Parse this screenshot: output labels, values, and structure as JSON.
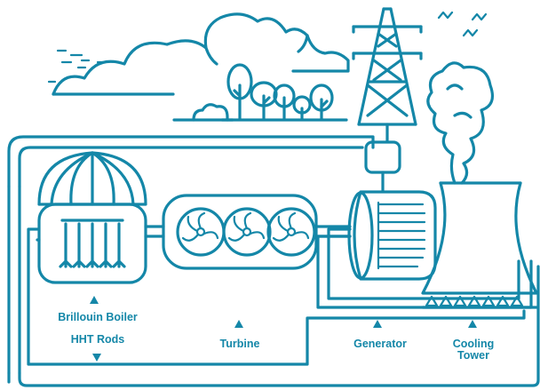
{
  "colors": {
    "accent": "#1487a8",
    "background": "#ffffff"
  },
  "labels": {
    "boiler": "Brillouin Boiler",
    "rods": "HHT Rods",
    "turbine": "Turbine",
    "generator": "Generator",
    "cooling_line1": "Cooling",
    "cooling_line2": "Tower"
  },
  "icons": [
    "boiler-dome-icon",
    "hht-rods-icon",
    "turbine-fan-icon",
    "generator-icon",
    "transmission-tower-icon",
    "cooling-tower-icon",
    "steam-cloud-icon",
    "tree-icon",
    "bird-icon",
    "cloud-icon"
  ]
}
